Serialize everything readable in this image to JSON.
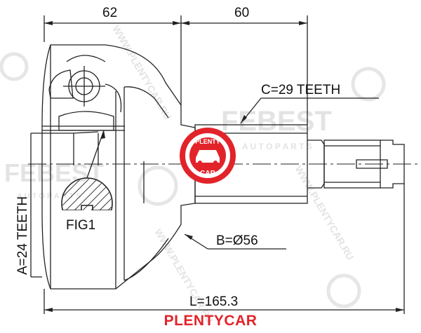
{
  "dimensions": {
    "left_width": "62",
    "right_width": "60",
    "outer_teeth": "C=29 TEETH",
    "inner_teeth": "A=24 TEETH",
    "diameter": "B=Ø56",
    "length": "L=165.3"
  },
  "figure_label": "FIG1",
  "watermark": {
    "logo": "FEBEST",
    "tagline": "A U T O   P A R T S",
    "url": "WWW.PLENTYCAR.RU"
  },
  "stamp": {
    "top_text": "PLENTY",
    "bottom_text": "CAR",
    "color": "#e2232a"
  },
  "footer": {
    "brand": "PLENTYCAR",
    "color": "#e2232a"
  },
  "colors": {
    "line": "#222222",
    "watermark": "#e3e3e3"
  }
}
